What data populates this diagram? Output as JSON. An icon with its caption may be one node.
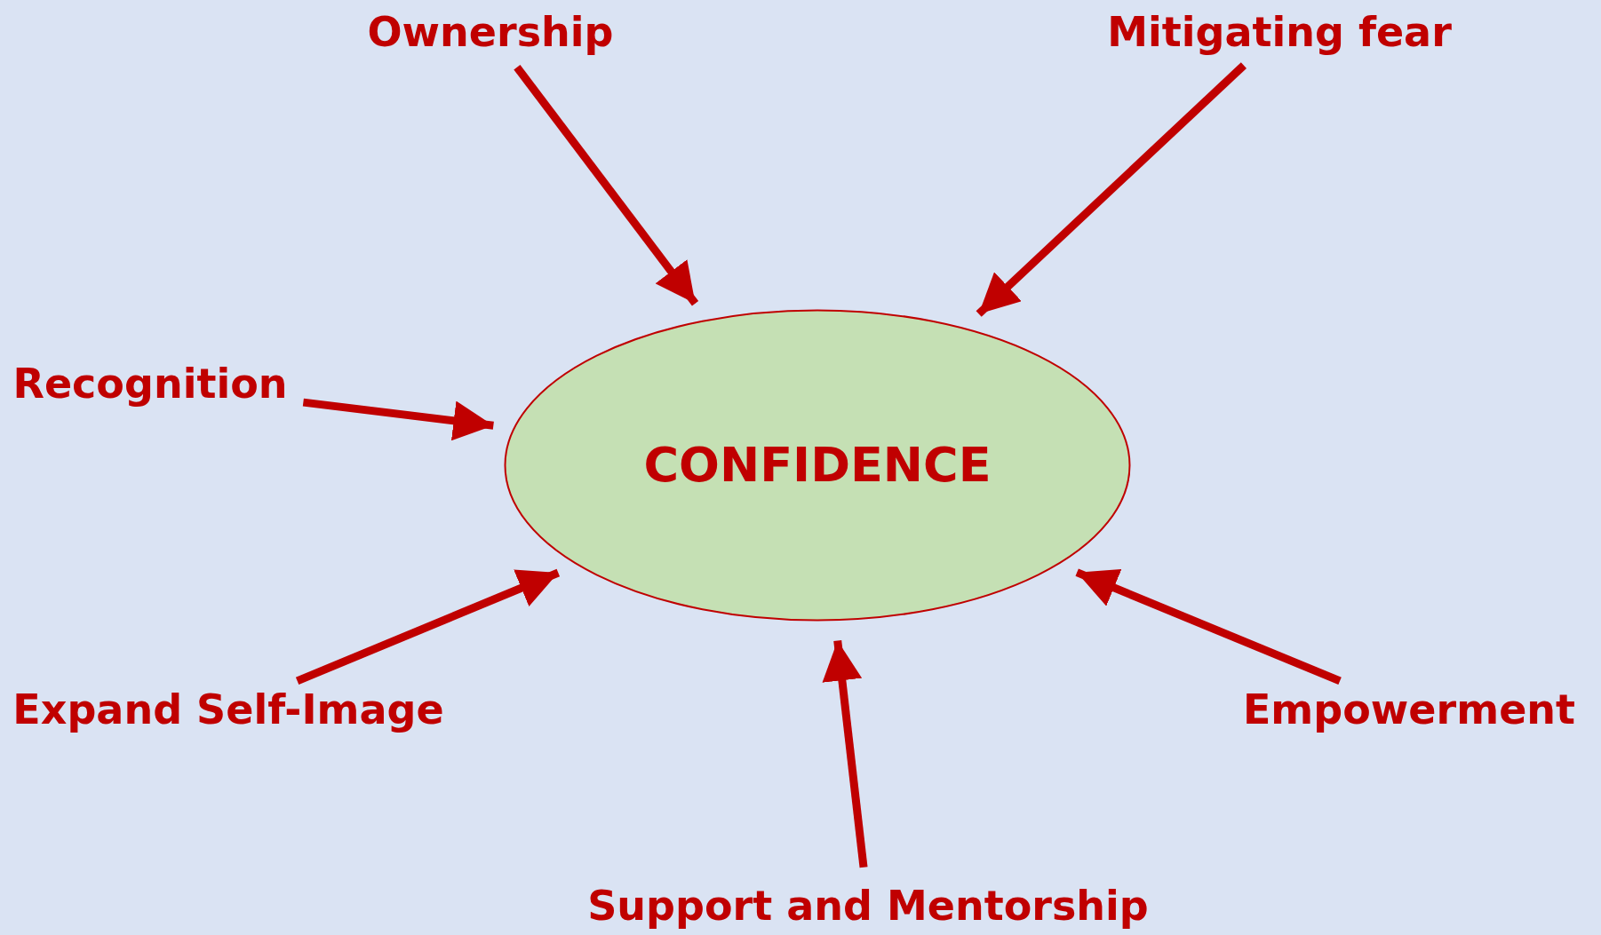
{
  "diagram": {
    "nodes": [
      {
        "text": [
          "CONFIDENCE"
        ]
      },
      {
        "text": [
          "Ownership"
        ]
      },
      {
        "text": [
          "Mitigating fear"
        ]
      },
      {
        "text": [
          "Recognition"
        ]
      },
      {
        "text": [
          "Expand Self-Image"
        ]
      },
      {
        "text": [
          "Empowerment"
        ]
      },
      {
        "text": [
          "Support and Mentorship"
        ]
      }
    ],
    "edges": [
      {
        "from": 1,
        "to": 0,
        "arrow": "to"
      },
      {
        "from": 2,
        "to": 0,
        "arrow": "to"
      },
      {
        "from": 3,
        "to": 0,
        "arrow": "to"
      },
      {
        "from": 4,
        "to": 0,
        "arrow": "to"
      },
      {
        "from": 5,
        "to": 0,
        "arrow": "to"
      },
      {
        "from": 6,
        "to": 0,
        "arrow": "to"
      }
    ]
  }
}
